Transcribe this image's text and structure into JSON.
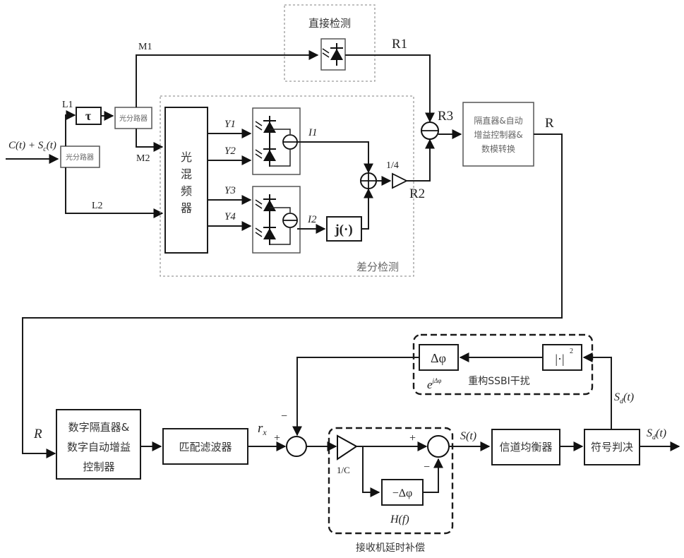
{
  "diagram": {
    "top": {
      "input_signal": "C(t) + S",
      "input_signal_sub": "c",
      "input_signal_tail": "(t)",
      "splitter_1_label": "光分路器",
      "splitter_2_label": "光分路器",
      "delay_label": "τ",
      "branch_labels": {
        "L1": "L1",
        "L2": "L2",
        "M1": "M1",
        "M2": "M2"
      },
      "direct_detection_title": "直接检测",
      "direct_output": "R1",
      "mixer_label": [
        "光",
        "混",
        "频",
        "器"
      ],
      "mixer_outputs": [
        "Y1",
        "Y2",
        "Y3",
        "Y4"
      ],
      "balanced_outputs": [
        "I1",
        "I2"
      ],
      "j_block_label": "j(·)",
      "gain_label": "1/4",
      "diff_output": "R2",
      "diff_detection_title": "差分检测",
      "combined_label": "R3",
      "agc_block_lines": [
        "隔直器&自动",
        "增益控制器&",
        "数模转换"
      ],
      "agc_output": "R"
    },
    "bottom": {
      "input_label": "R",
      "digital_block_lines": [
        "数字隔直器&",
        "数字自动增益",
        "控制器"
      ],
      "matched_filter_label": "匹配滤波器",
      "rx_label": "r",
      "rx_sub": "x",
      "plus_sign": "+",
      "minus_sign": "−",
      "ssbi_phase_label": "Δφ",
      "ssbi_exp_label": "e",
      "ssbi_exp_sup": "jΔφ",
      "abs_sq_label": "|·|",
      "abs_sq_sup": "2",
      "ssbi_title": "重构SSBI干扰",
      "inv_gain_label": "1/C",
      "neg_phase_label": "−Δφ",
      "hf_label": "H(f)",
      "delay_comp_title": "接收机延时补偿",
      "st_label": "S(t)",
      "equalizer_label": "信道均衡器",
      "decision_label": "符号判决",
      "sd_label": "S",
      "sd_sub": "d",
      "sd_tail": "(t)"
    }
  }
}
